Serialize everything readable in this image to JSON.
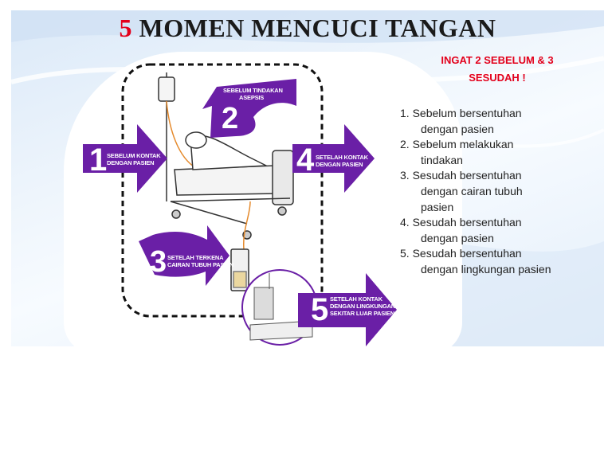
{
  "title": {
    "number": "5",
    "text": "MOMEN MENCUCI TANGAN"
  },
  "reminder": {
    "line1": "INGAT 2 SEBELUM & 3",
    "line2": "SESUDAH !"
  },
  "moments": [
    {
      "marker": "1.",
      "line1": "Sebelum bersentuhan",
      "line2": "dengan pasien"
    },
    {
      "marker": "2.",
      "line1": "Sebelum melakukan",
      "line2": "tindakan"
    },
    {
      "marker": "3.",
      "line1": "Sesudah bersentuhan",
      "line2": "dengan cairan tubuh",
      "line3": "pasien"
    },
    {
      "marker": "4.",
      "line1": "Sesudah bersentuhan",
      "line2": "dengan pasien"
    },
    {
      "marker": "5.",
      "line1": "Sesudah bersentuhan",
      "line2": "dengan lingkungan pasien"
    }
  ],
  "diagram": {
    "arrow_color": "#6a1fa6",
    "arrows": [
      {
        "number": "1",
        "line1": "SEBELUM KONTAK",
        "line2": "DENGAN PASIEN"
      },
      {
        "number": "2",
        "line1": "SEBELUM TINDAKAN",
        "line2": "ASEPSIS"
      },
      {
        "number": "3",
        "line1": "SETELAH TERKENA",
        "line2": "CAIRAN TUBUH PASIEN"
      },
      {
        "number": "4",
        "line1": "SETELAH KONTAK",
        "line2": "DENGAN PASIEN"
      },
      {
        "number": "5",
        "line1": "SETELAH KONTAK",
        "line2": "DENGAN LINGKUNGAN",
        "line3": "SEKITAR LUAR PASIEN"
      }
    ]
  },
  "colors": {
    "title_number": "#e3001b",
    "reminder": "#e3001b",
    "arrow": "#6a1fa6"
  }
}
